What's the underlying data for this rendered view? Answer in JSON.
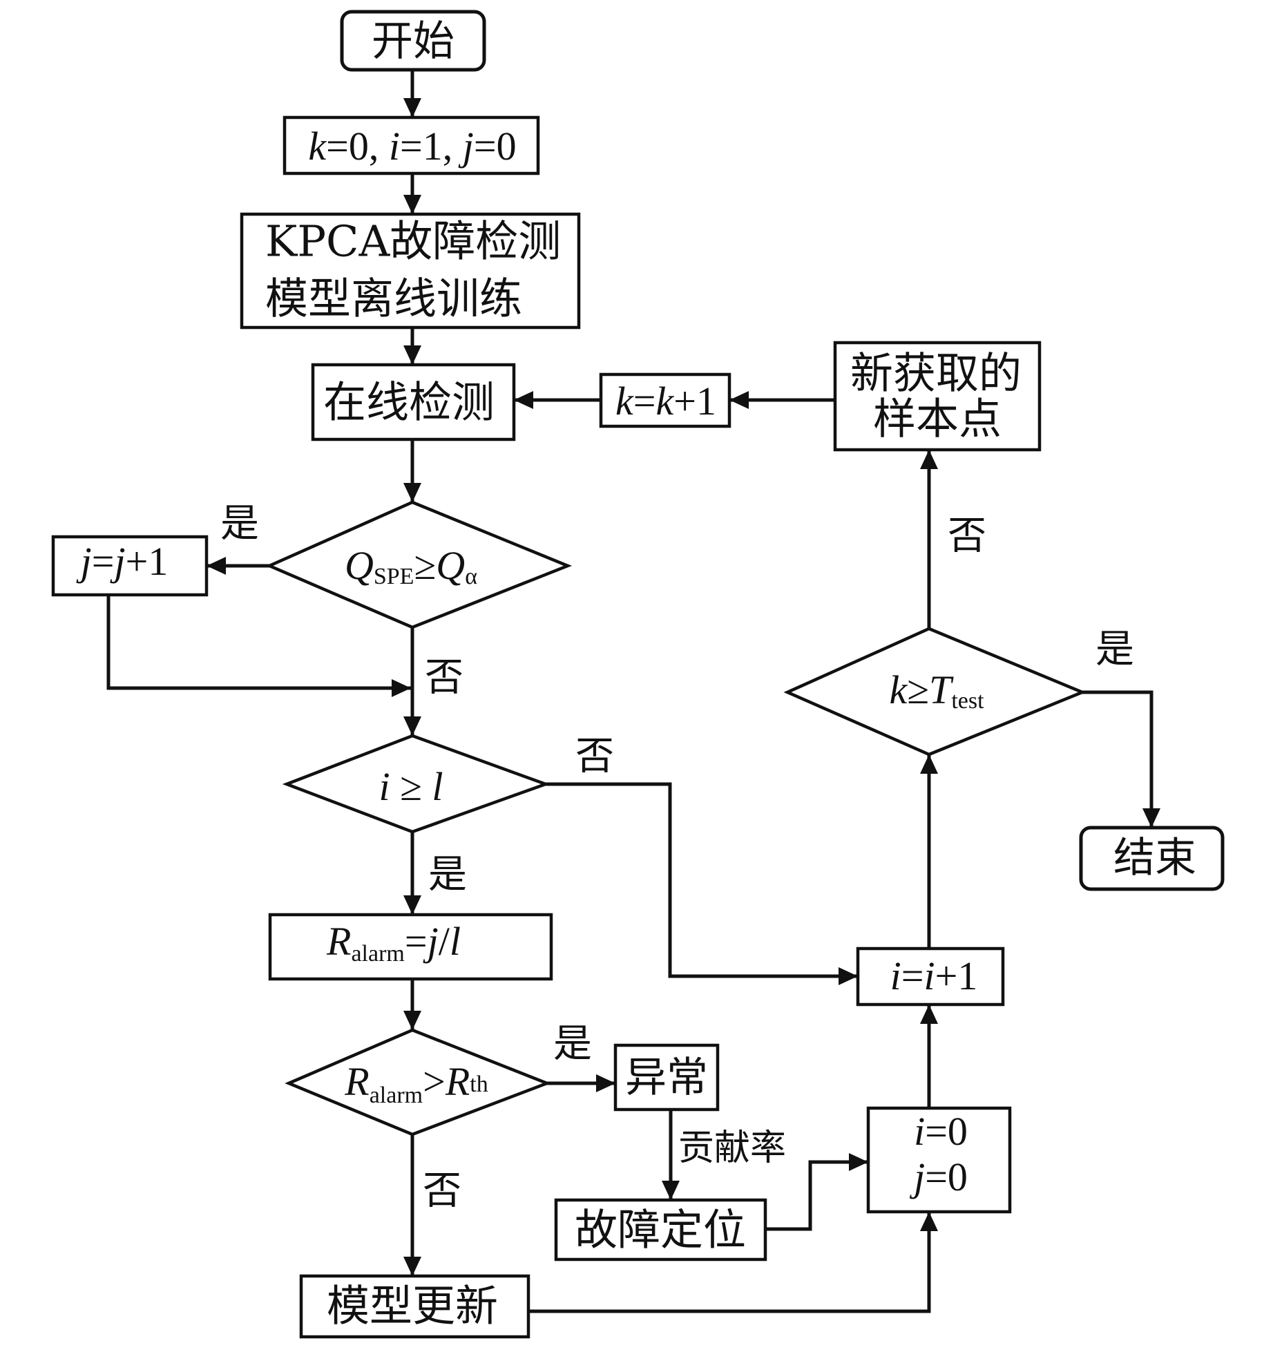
{
  "colors": {
    "stroke": "#111111",
    "background": "#ffffff"
  },
  "nodes": {
    "start": "开始",
    "init": {
      "v1": "k",
      "t1": "=0, ",
      "v2": "i",
      "t2": "=1, ",
      "v3": "j",
      "t3": "=0"
    },
    "kpca_training": {
      "line1": "KPCA故障检测",
      "line2": "模型离线训练"
    },
    "online_detection": "在线检测",
    "k_increment": {
      "v1": "k",
      "t1": "=",
      "v2": "k",
      "t2": "+1"
    },
    "new_sample": {
      "line1": "新获取的",
      "line2": "样本点"
    },
    "spe_check": {
      "v1": "Q",
      "s1": "SPE",
      "op": "≥",
      "v2": "Q",
      "s2": "α"
    },
    "j_increment": {
      "v1": "j",
      "t1": "=",
      "v2": "j",
      "t2": "+1"
    },
    "i_check": {
      "v1": "i",
      "op": " ≥ ",
      "v2": "l"
    },
    "alarm_rate": {
      "v1": "R",
      "s1": "alarm",
      "t1": "=",
      "v2": "j",
      "t2": "/",
      "v3": "l"
    },
    "alarm_check": {
      "v1": "R",
      "s1": "alarm",
      "op": ">",
      "v2": "R",
      "s2": "th"
    },
    "abnormal": "异常",
    "fault_location": "故障定位",
    "model_update": "模型更新",
    "reset": {
      "line1": {
        "v": "i",
        "t": "=0"
      },
      "line2": {
        "v": "j",
        "t": "=0"
      }
    },
    "i_increment": {
      "v1": "i",
      "t1": "=",
      "v2": "i",
      "t2": "+1"
    },
    "k_check": {
      "v1": "k",
      "op": "≥",
      "v2": "T",
      "s2": "test"
    },
    "end": "结束"
  },
  "edge_labels": {
    "spe_yes": "是",
    "spe_no": "否",
    "i_no": "否",
    "i_yes": "是",
    "alarm_yes": "是",
    "alarm_no": "否",
    "contribution": "贡献率",
    "k_no": "否",
    "k_yes": "是"
  }
}
